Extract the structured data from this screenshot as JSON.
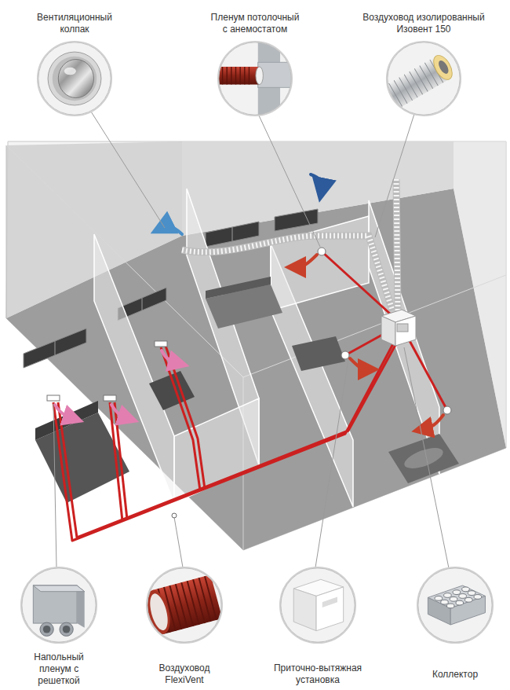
{
  "diagram": {
    "nodes": [
      {
        "text": [
          "Вентиляционный колпак"
        ]
      },
      {
        "text": [
          "Пленум потолочный с анемостатом"
        ]
      },
      {
        "text": [
          "Воздуховод изолированный Изовент 150"
        ]
      },
      {
        "text": [
          "Напольный пленум с решеткой"
        ]
      },
      {
        "text": [
          "Воздуховод FlexiVent"
        ]
      },
      {
        "text": [
          "Приточно-вытяжная установка"
        ]
      },
      {
        "text": [
          "Коллектор"
        ]
      }
    ]
  }
}
